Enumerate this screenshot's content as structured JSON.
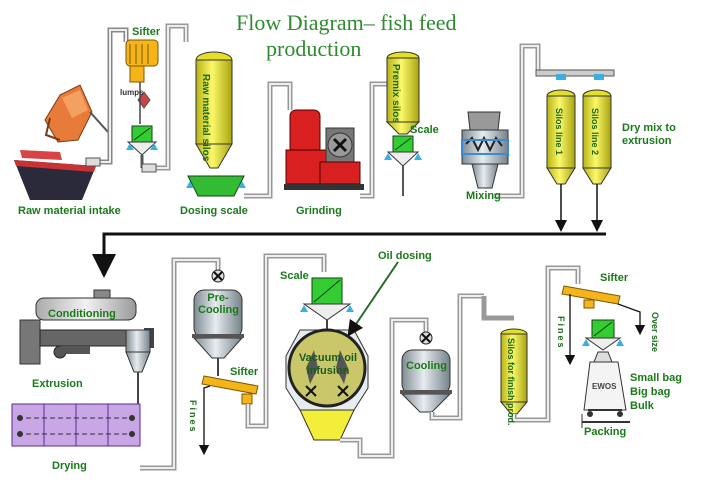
{
  "title_line1": "Flow Diagram– fish feed",
  "title_line2": "production",
  "labels": {
    "sifter_top": "Sifter",
    "lumps": "lumps",
    "raw_material_intake": "Raw material  intake",
    "raw_material_silos": "Raw material silos",
    "dosing_scale": "Dosing scale",
    "grinding": "Grinding",
    "premix_silos": "Premix silos",
    "scale_top": "Scale",
    "mixing": "Mixing",
    "silos_line_1": "Silos line 1",
    "silos_line_2": "Silos line 2",
    "dry_mix": "Dry mix to extrusion",
    "conditioning": "Conditioning",
    "extrusion": "Extrusion",
    "drying": "Drying",
    "pre_cooling": "Pre-Cooling",
    "sifter_mid": "Sifter",
    "fines_left": "Fines",
    "scale_mid": "Scale",
    "oil_dosing": "Oil dosing",
    "vacuum_oil_infusion": "Vacuum oil infusion",
    "cooling": "Cooling",
    "silos_finish": "Silos for finish prod.",
    "sifter_right": "Sifter",
    "fines_right": "Fines",
    "over_size": "Over size",
    "ewos": "EWOS",
    "small_bag": "Small bag",
    "big_bag": "Big bag",
    "bulk": "Bulk",
    "packing": "Packing"
  },
  "colors": {
    "title": "#2e8b2e",
    "label": "#1a7a1a",
    "silo_yellow": "#f2ee3a",
    "equipment_green": "#33cc33",
    "vessel_grey": "#b8c4cc",
    "dryer_purple": "#c9a6e6",
    "sifter_orange": "#f4b41a",
    "grinder_red": "#d92020"
  },
  "icons": [
    "ship-icon",
    "excavator-icon",
    "check-valve-icon",
    "mixer-icon",
    "bag-icon"
  ]
}
